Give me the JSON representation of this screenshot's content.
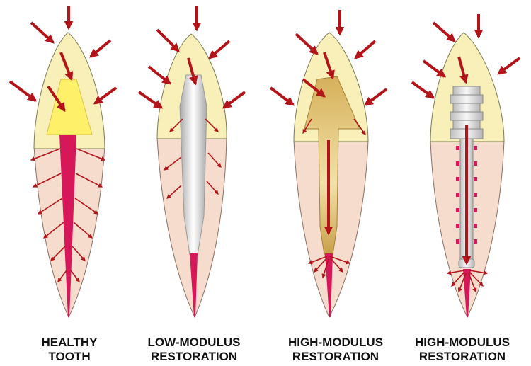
{
  "figure": {
    "panels": [
      {
        "id": "healthy-tooth",
        "caption_line1": "HEALTHY",
        "caption_line2": "TOOTH"
      },
      {
        "id": "low-modulus",
        "caption_line1": "LOW-MODULUS",
        "caption_line2": "RESTORATION"
      },
      {
        "id": "high-modulus-cast",
        "caption_line1": "HIGH-MODULUS",
        "caption_line2": "RESTORATION"
      },
      {
        "id": "high-modulus-threaded",
        "caption_line1": "HIGH-MODULUS",
        "caption_line2": "RESTORATION"
      }
    ]
  },
  "colors": {
    "crown": "#f8f0b8",
    "crown_outline": "#7a7a55",
    "root": "#f6dccd",
    "root_outline": "#8a6f66",
    "pulp": "#d6185a",
    "healthy_core": "#fff06a",
    "cast_post": "#caa24a",
    "fiber_post": "#d9d9d9",
    "arrow": "#b3141a"
  }
}
